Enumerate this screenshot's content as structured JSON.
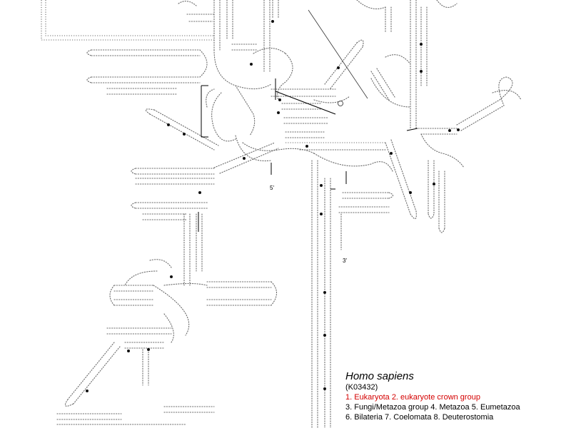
{
  "diagram": {
    "five_prime_label": "5'",
    "three_prime_label": "3'",
    "red_mark_color": "#d40000",
    "line_color": "#6a6a6a"
  },
  "legend": {
    "species": "Homo sapiens",
    "accession": "(K03432)",
    "taxonomy_lines": [
      {
        "text": "1. Eukaryota 2. eukaryote crown group",
        "color": "#d40000"
      },
      {
        "text": "3. Fungi/Metazoa group 4. Metazoa 5. Eumetazoa",
        "color": "#000000"
      },
      {
        "text": "6. Bilateria 7. Coelomata 8. Deuterostomia",
        "color": "#000000"
      }
    ]
  }
}
